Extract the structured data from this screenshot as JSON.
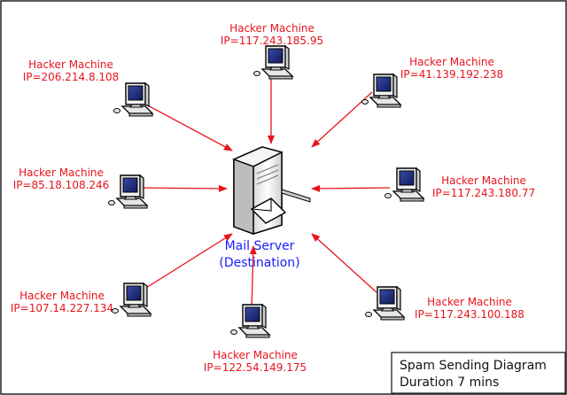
{
  "colors": {
    "label": "#e8141c",
    "arrow": "#e8141c",
    "server_label": "#1a1aff",
    "screen": "#1d2a7a",
    "frame": "#000000"
  },
  "server": {
    "icon": "server-with-mail-icon",
    "label_line1": "Mail Server",
    "label_line2": "(Destination)"
  },
  "machines": [
    {
      "icon": "computer-icon",
      "title": "Hacker Machine",
      "ip": "IP=117.243.185.95"
    },
    {
      "icon": "computer-icon",
      "title": "Hacker Machine",
      "ip": "IP=41.139.192.238"
    },
    {
      "icon": "computer-icon",
      "title": "Hacker Machine",
      "ip": "IP=206.214.8.108"
    },
    {
      "icon": "computer-icon",
      "title": "Hacker Machine",
      "ip": "IP=85.18.108.246"
    },
    {
      "icon": "computer-icon",
      "title": "Hacker Machine",
      "ip": "IP=117.243.180.77"
    },
    {
      "icon": "computer-icon",
      "title": "Hacker Machine",
      "ip": "IP=107.14.227.134"
    },
    {
      "icon": "computer-icon",
      "title": "Hacker Machine",
      "ip": "IP=117.243.100.188"
    },
    {
      "icon": "computer-icon",
      "title": "Hacker Machine",
      "ip": "IP=122.54.149.175"
    }
  ],
  "legend": {
    "line1": "Spam Sending Diagram",
    "line2": "Duration 7 mins"
  }
}
